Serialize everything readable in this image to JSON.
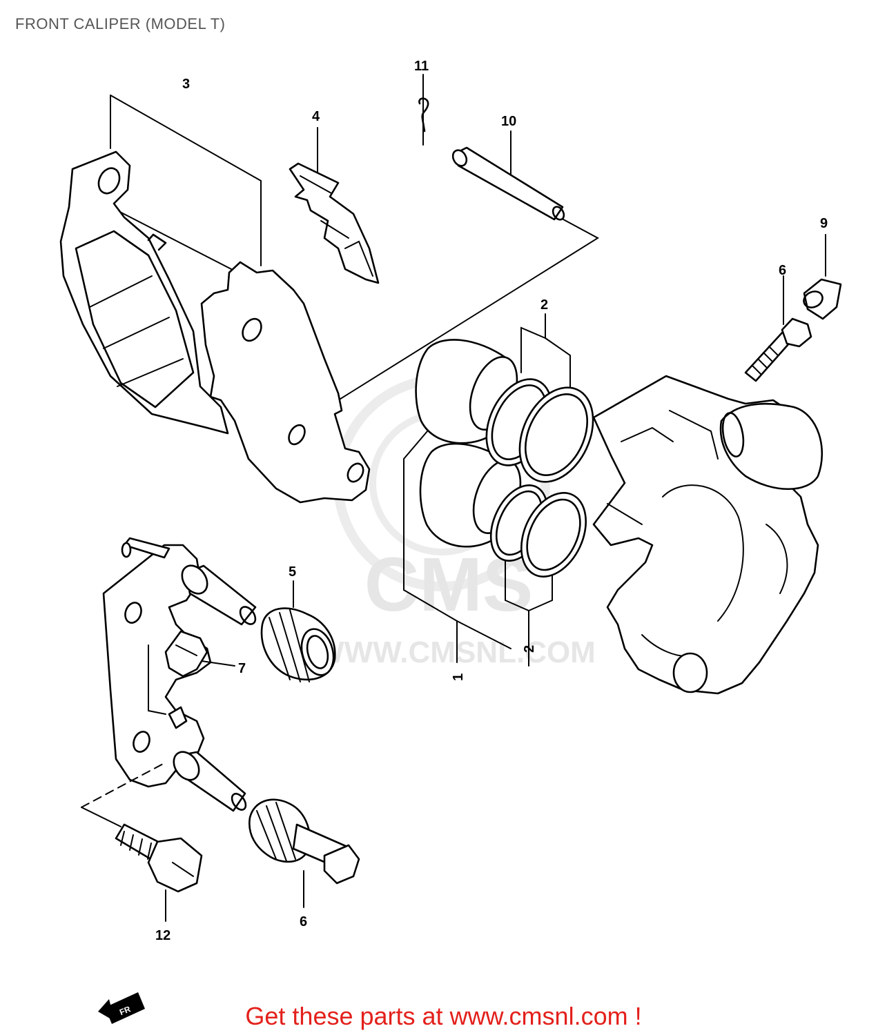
{
  "title": "FRONT CALIPER (MODEL T)",
  "watermark": {
    "brand": "CMS",
    "url": "WWW.CMSNL.COM"
  },
  "part_labels": {
    "p1": "1",
    "p2a": "2",
    "p2b": "2",
    "p3": "3",
    "p4": "4",
    "p5": "5",
    "p6a": "6",
    "p6b": "6",
    "p7": "7",
    "p9": "9",
    "p10": "10",
    "p11": "11",
    "p12": "12"
  },
  "direction_mark": "FR",
  "cta_text": "Get these parts at www.cmsnl.com !",
  "colors": {
    "title": "#555555",
    "cta": "#e3201b",
    "watermark": "#e6e6e6",
    "line": "#000000"
  }
}
